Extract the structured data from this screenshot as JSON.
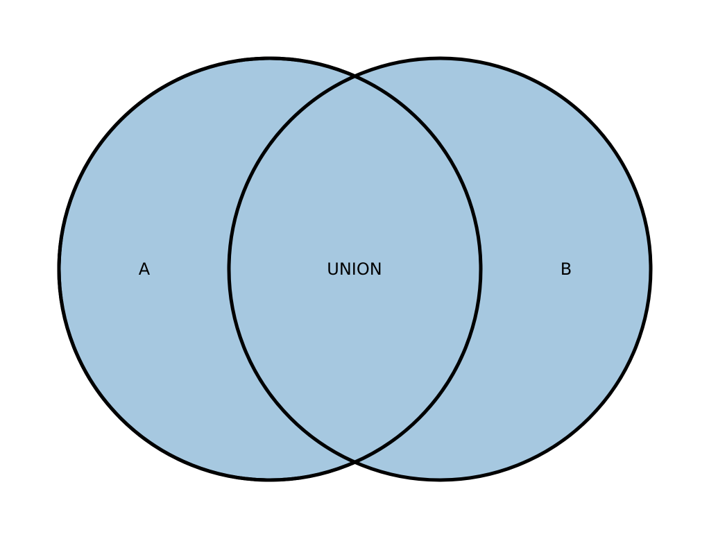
{
  "diagram": {
    "type": "venn",
    "fill_color": "#a6c8e0",
    "stroke_color": "#000000",
    "sets": [
      {
        "label": "A"
      },
      {
        "label": "B"
      }
    ],
    "intersection": {
      "label": "UNION"
    }
  }
}
